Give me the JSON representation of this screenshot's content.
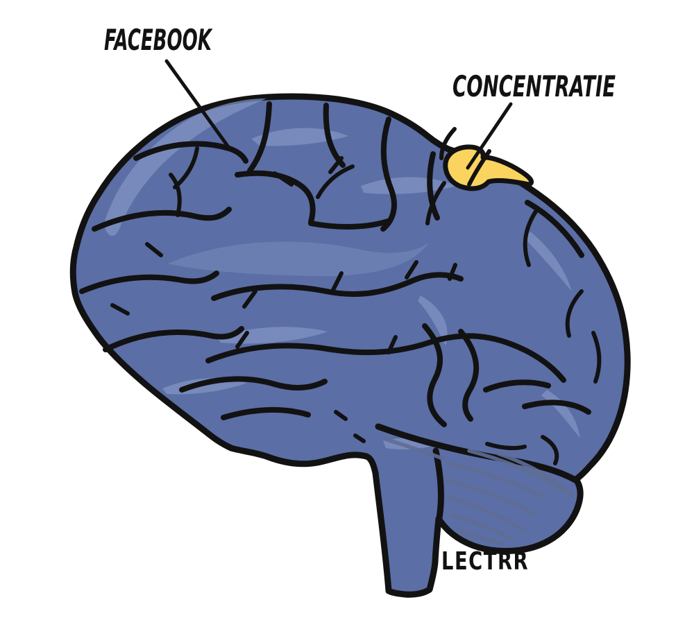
{
  "labels": {
    "facebook": "FACEBOOK",
    "concentratie": "CONCENTRATIE"
  },
  "signature": "LECTRR",
  "colors": {
    "background": "#FFFFFF",
    "ink": "#121212",
    "brain_blue": "#5B6EA5",
    "highlight_blue": "#8396C4",
    "hatch_blue": "#5F6D95",
    "patch_yellow": "#FAD45F"
  },
  "regions": [
    {
      "label": "FACEBOOK",
      "color": "#5B6EA5",
      "area": "whole-brain"
    },
    {
      "label": "CONCENTRATIE",
      "color": "#FAD45F",
      "area": "small-top-right-patch"
    }
  ]
}
